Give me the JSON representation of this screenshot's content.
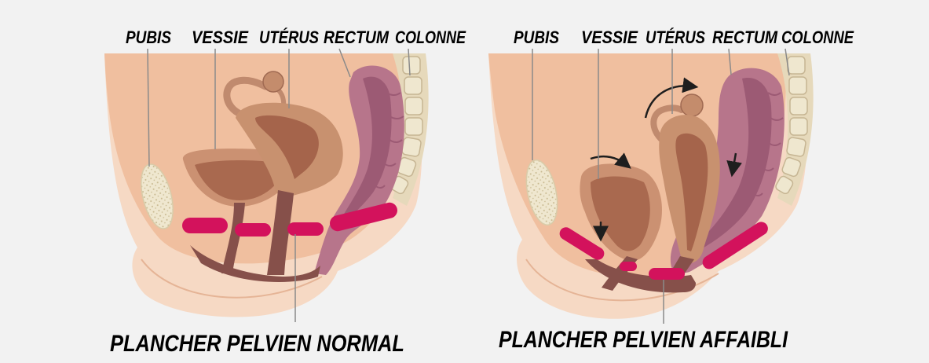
{
  "panels": {
    "normal": {
      "labels": {
        "pubis": "PUBIS",
        "vessie": "VESSIE",
        "uterus": "UTÉRUS",
        "rectum": "RECTUM",
        "colonne": "COLONNE"
      },
      "title": "PLANCHER PELVIEN NORMAL"
    },
    "weakened": {
      "labels": {
        "pubis": "PUBIS",
        "vessie": "VESSIE",
        "uterus": "UTÉRUS",
        "rectum": "RECTUM",
        "colonne": "COLONNE"
      },
      "title": "PLANCHER PELVIEN AFFAIBLI"
    }
  },
  "colors": {
    "background": "#f2f2f2",
    "skin_outer": "#f6d9c4",
    "skin_inner": "#f0bf9f",
    "pelvic_floor": "#d3125c",
    "bladder": "#cb9172",
    "bladder_inner": "#a9694f",
    "uterus": "#c8916f",
    "uterus_inner": "#a5644b",
    "rectum": "#b7758b",
    "rectum_inner": "#9c5a74",
    "bone": "#efe7cf",
    "spine_band": "#e6d9bb",
    "perineum": "#86504a",
    "label_text": "#000000"
  }
}
